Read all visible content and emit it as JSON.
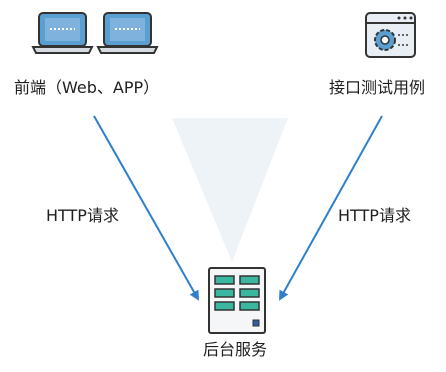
{
  "nodes": {
    "frontend": {
      "label": "前端（Web、APP）",
      "icon": "laptop-icon"
    },
    "api_tests": {
      "label": "接口测试用例",
      "icon": "settings-window-icon"
    },
    "backend": {
      "label": "后台服务",
      "icon": "server-icon"
    }
  },
  "edges": [
    {
      "from": "frontend",
      "to": "backend",
      "label": "HTTP请求"
    },
    {
      "from": "api_tests",
      "to": "backend",
      "label": "HTTP请求"
    }
  ],
  "colors": {
    "arrow": "#2f7fcc",
    "device_fill": "#5a9fd2",
    "device_outline": "#333333",
    "backdrop": "#eef3f8"
  }
}
